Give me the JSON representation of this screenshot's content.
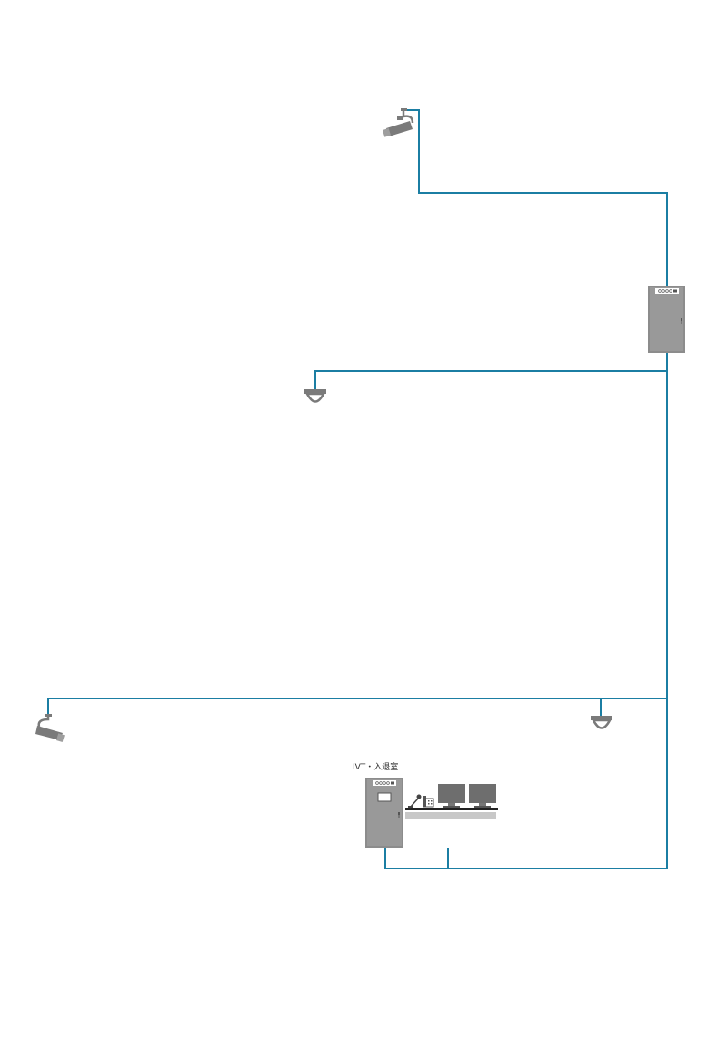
{
  "room": {
    "label": "IVT・入退室"
  },
  "colors": {
    "wire": "#1b7ea3",
    "device": "#7a7a7a",
    "device_light": "#9e9e9e",
    "desk": "#c8c8c8",
    "monitor": "#6e6e6e"
  },
  "devices": [
    {
      "name": "bullet-camera-top",
      "icon": "cctv-camera-icon"
    },
    {
      "name": "network-cabinet",
      "icon": "server-rack-icon"
    },
    {
      "name": "dome-camera-upper",
      "icon": "dome-camera-icon"
    },
    {
      "name": "bullet-camera-left",
      "icon": "cctv-camera-icon"
    },
    {
      "name": "dome-camera-right",
      "icon": "dome-camera-icon"
    },
    {
      "name": "control-cabinet",
      "icon": "server-rack-icon"
    },
    {
      "name": "operator-desk",
      "icon": "workstation-icon"
    }
  ]
}
